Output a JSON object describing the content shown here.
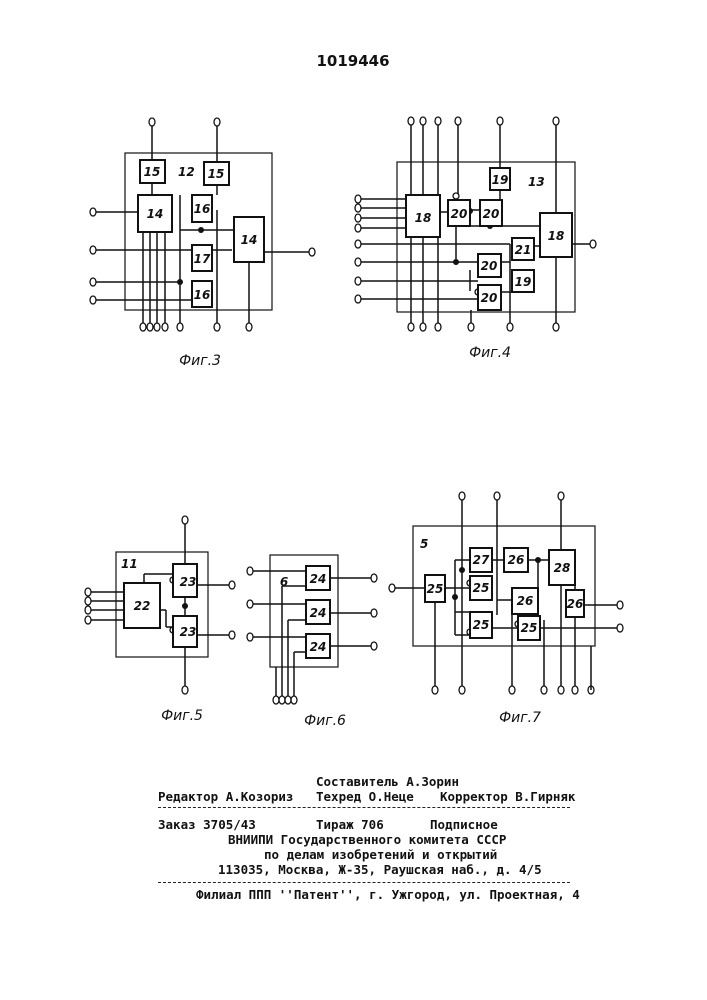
{
  "header": {
    "patent_number": "1019446"
  },
  "figures": {
    "fig3": {
      "caption": "Фиг.3",
      "frame_label": "12",
      "blocks": {
        "b15a": "15",
        "b15b": "15",
        "b14a": "14",
        "b16a": "16",
        "b17": "17",
        "b16b": "16",
        "b14b": "14"
      }
    },
    "fig4": {
      "caption": "Фиг.4",
      "frame_label": "13",
      "blocks": {
        "b18a": "18",
        "b20a": "20",
        "b20b": "20",
        "b19a": "19",
        "b21": "21",
        "b18b": "18",
        "b20c": "20",
        "b19b": "19",
        "b20d": "20"
      }
    },
    "fig5": {
      "caption": "Фиг.5",
      "frame_label": "11",
      "blocks": {
        "b22": "22",
        "b23a": "23",
        "b23b": "23"
      }
    },
    "fig6": {
      "caption": "Фиг.6",
      "frame_label": "6",
      "blocks": {
        "b24a": "24",
        "b24b": "24",
        "b24c": "24"
      }
    },
    "fig7": {
      "caption": "Фиг.7",
      "frame_label": "5",
      "blocks": {
        "b25a": "25",
        "b27": "27",
        "b25b": "25",
        "b26a": "26",
        "b28": "28",
        "b26b": "26",
        "b26c": "26",
        "b25c": "25",
        "b25d": "25"
      }
    }
  },
  "imprint": {
    "compiler": "Составитель А.Зорин",
    "editor": "Редактор А.Козориз",
    "techred": "Техред О.Неце",
    "corrector": "Корректор В.Гирняк",
    "order": "Заказ 3705/43",
    "circulation": "Тираж 706",
    "subscription": "Подписное",
    "org1": "ВНИИПИ Государственного комитета СССР",
    "org2": "по делам изобретений и открытий",
    "address": "113035, Москва, Ж-35, Раушская наб., д. 4/5",
    "branch": "Филиал ППП ''Патент'', г. Ужгород, ул. Проектная, 4"
  }
}
